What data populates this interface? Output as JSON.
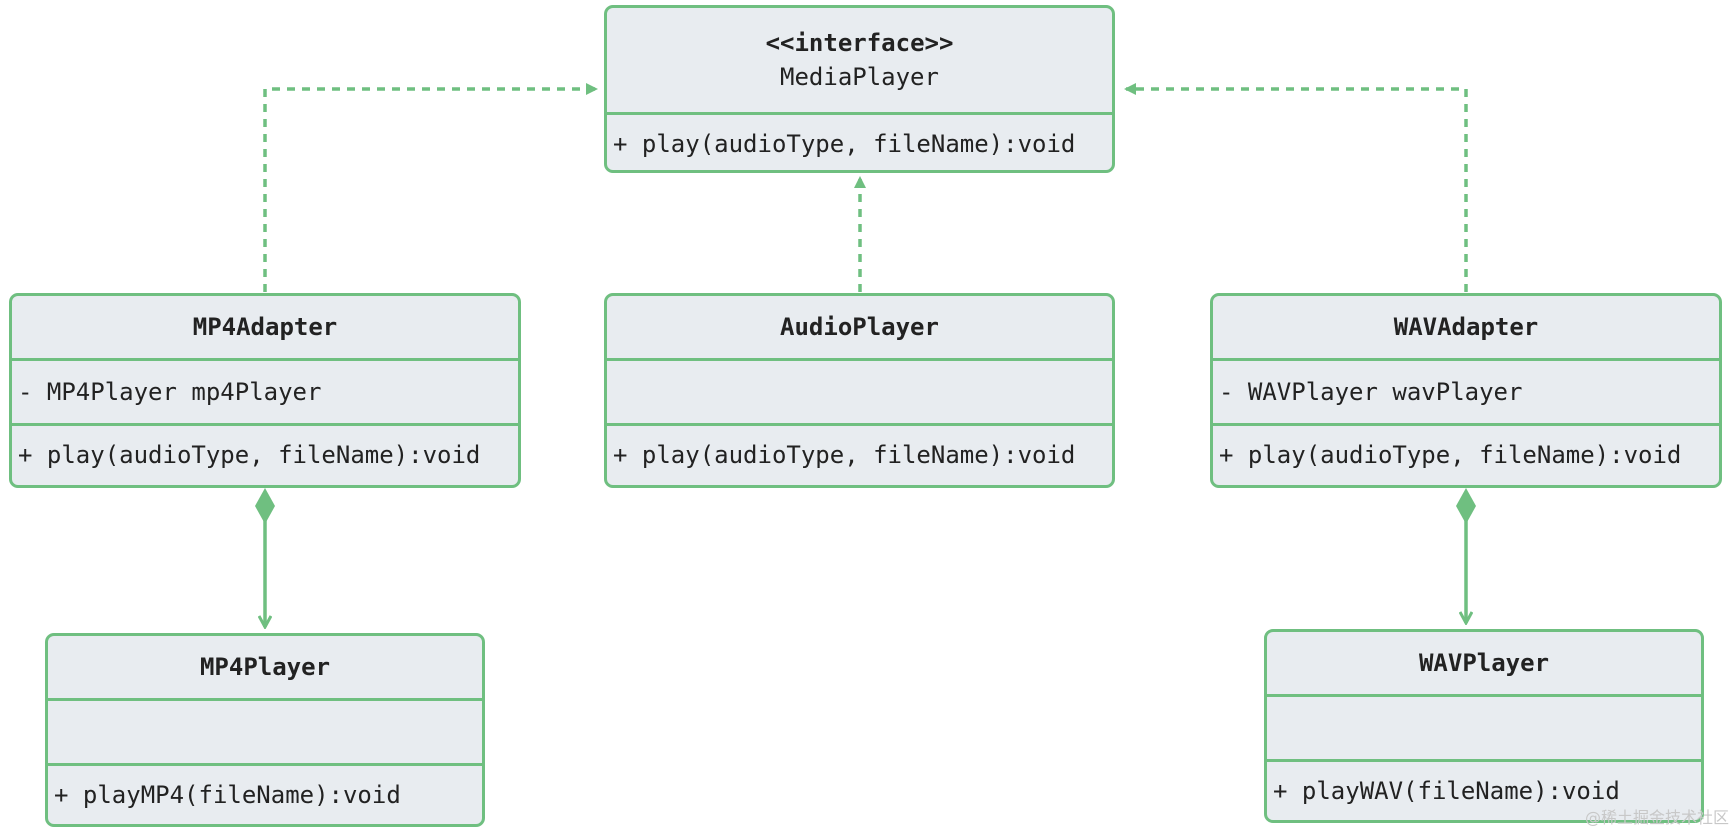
{
  "diagram": {
    "colors": {
      "stroke": "#6fbf80",
      "fill": "#e8ecf0",
      "text": "#222222"
    },
    "classes": {
      "media_player": {
        "stereotype": "<<interface>>",
        "name": "MediaPlayer",
        "attributes": [],
        "methods": [
          "+ play(audioType, fileName):void"
        ]
      },
      "mp4_adapter": {
        "name": "MP4Adapter",
        "attributes": [
          "- MP4Player mp4Player"
        ],
        "methods": [
          "+ play(audioType, fileName):void"
        ]
      },
      "audio_player": {
        "name": "AudioPlayer",
        "attributes": [],
        "methods": [
          "+ play(audioType, fileName):void"
        ]
      },
      "wav_adapter": {
        "name": "WAVAdapter",
        "attributes": [
          "- WAVPlayer wavPlayer"
        ],
        "methods": [
          "+ play(audioType, fileName):void"
        ]
      },
      "mp4_player": {
        "name": "MP4Player",
        "attributes": [],
        "methods": [
          "+ playMP4(fileName):void"
        ]
      },
      "wav_player": {
        "name": "WAVPlayer",
        "attributes": [],
        "methods": [
          "+ playWAV(fileName):void"
        ]
      }
    },
    "relations": [
      {
        "from": "MP4Adapter",
        "to": "MediaPlayer",
        "type": "realization"
      },
      {
        "from": "AudioPlayer",
        "to": "MediaPlayer",
        "type": "realization"
      },
      {
        "from": "WAVAdapter",
        "to": "MediaPlayer",
        "type": "realization"
      },
      {
        "from": "MP4Adapter",
        "to": "MP4Player",
        "type": "composition"
      },
      {
        "from": "WAVAdapter",
        "to": "WAVPlayer",
        "type": "composition"
      }
    ]
  },
  "watermark": "@稀土掘金技术社区"
}
